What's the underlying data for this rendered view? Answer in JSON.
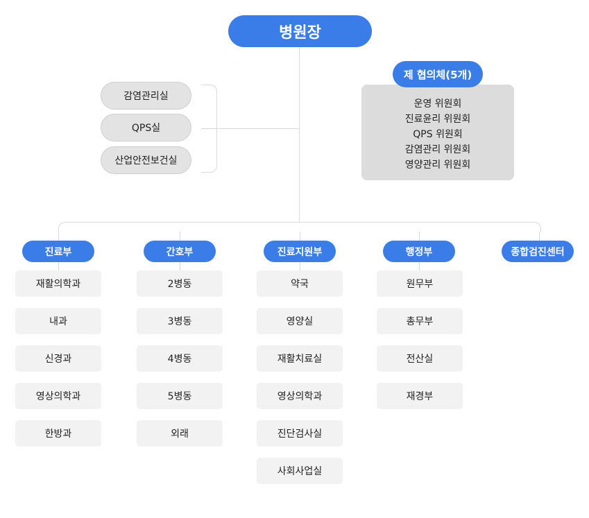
{
  "root": "병원장",
  "staff": [
    "감염관리실",
    "QPS실",
    "산업안전보건실"
  ],
  "committee": {
    "title": "제 협의체(5개)",
    "items": [
      "운영 위원회",
      "진료윤리 위원회",
      "QPS 위원회",
      "감염관리 위원회",
      "영양관리 위원회"
    ]
  },
  "departments": [
    {
      "name": "진료부",
      "units": [
        "재활의학과",
        "내과",
        "신경과",
        "영상의학과",
        "한방과"
      ]
    },
    {
      "name": "간호부",
      "units": [
        "2병동",
        "3병동",
        "4병동",
        "5병동",
        "외래"
      ]
    },
    {
      "name": "진료지원부",
      "units": [
        "약국",
        "영양실",
        "재활치료실",
        "영상의학과",
        "진단검사실",
        "사회사업실"
      ]
    },
    {
      "name": "행정부",
      "units": [
        "원무부",
        "총무부",
        "전산실",
        "재경부"
      ]
    },
    {
      "name": "종합검진센터",
      "units": []
    }
  ],
  "colors": {
    "accent": "#3a7de8",
    "box": "#f2f2f2"
  }
}
